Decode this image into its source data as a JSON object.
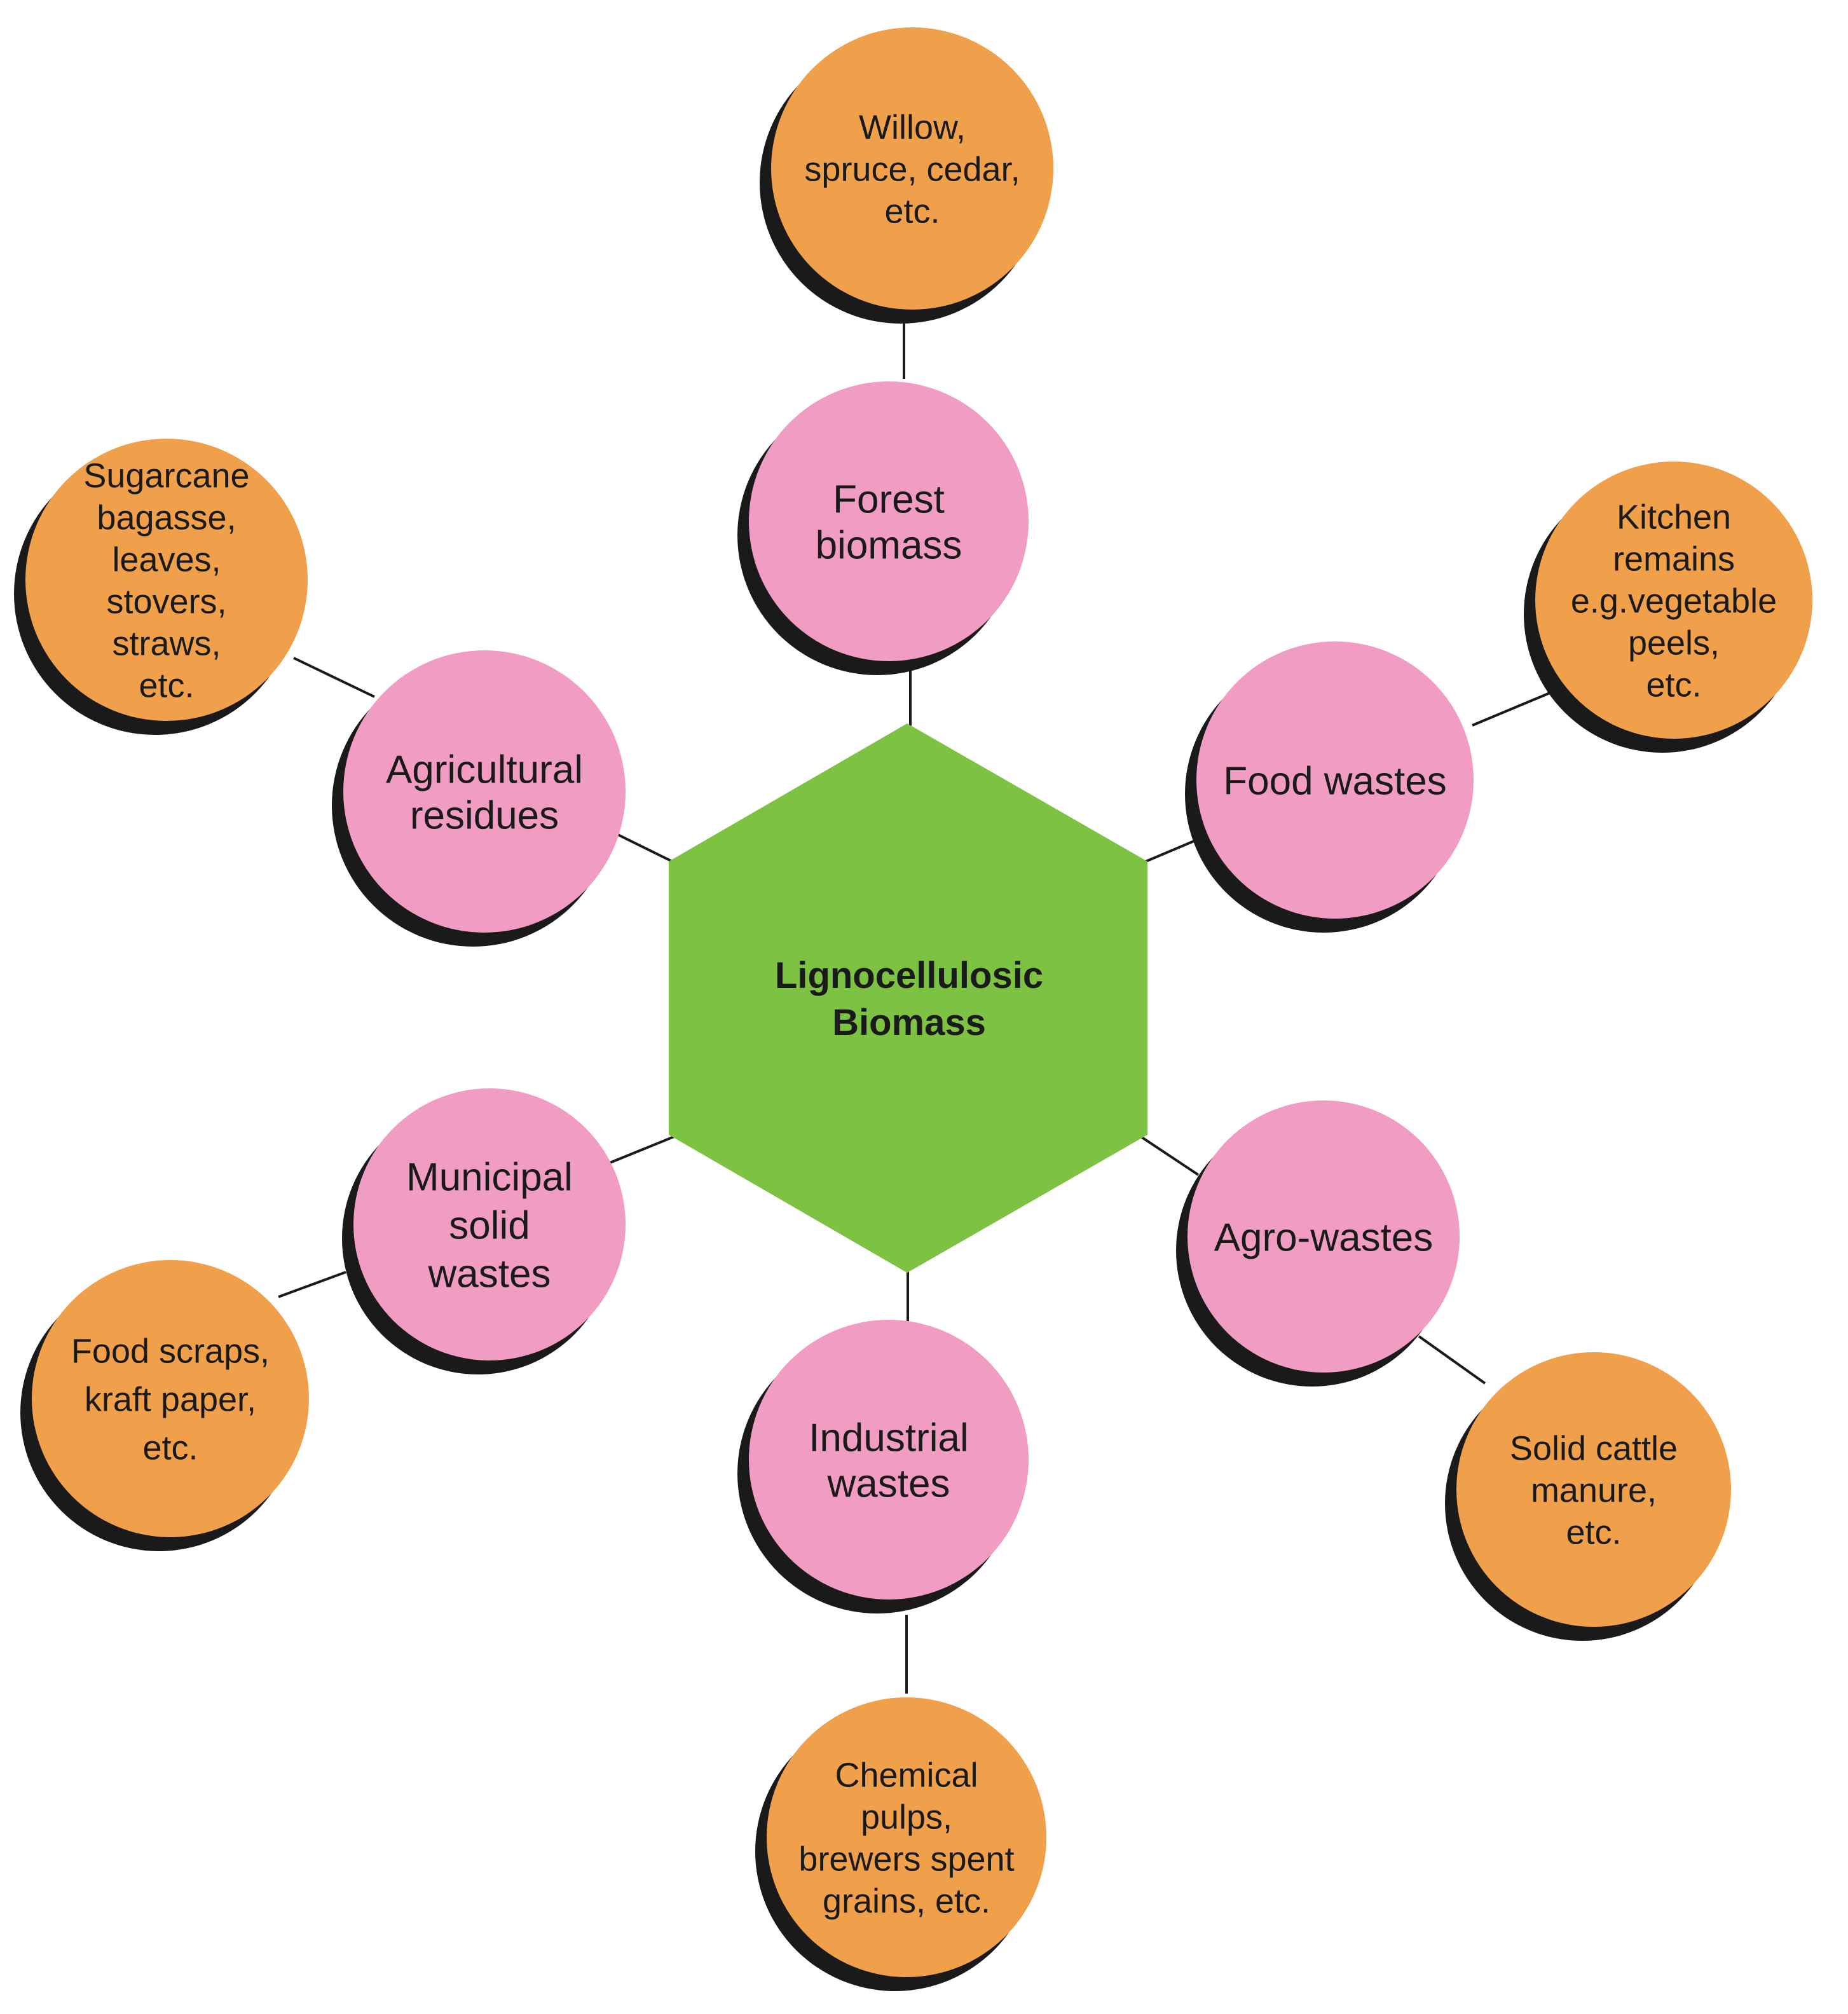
{
  "center": {
    "lines": [
      "Lignocellulosic",
      "Biomass"
    ]
  },
  "categories": [
    {
      "id": "forest",
      "lines": [
        "Forest",
        "biomass"
      ],
      "examples": [
        "Willow,",
        "spruce, cedar,",
        "etc."
      ]
    },
    {
      "id": "food",
      "lines": [
        "Food wastes"
      ],
      "examples": [
        "Kitchen",
        "remains",
        "e.g.vegetable",
        "peels,",
        "etc."
      ]
    },
    {
      "id": "agro",
      "lines": [
        "Agro-wastes"
      ],
      "examples": [
        "Solid cattle",
        "manure,",
        "etc."
      ]
    },
    {
      "id": "industrial",
      "lines": [
        "Industrial",
        "wastes"
      ],
      "examples": [
        "Chemical",
        "pulps,",
        "brewers spent",
        "grains, etc."
      ]
    },
    {
      "id": "municipal",
      "lines": [
        "Municipal",
        "solid",
        "wastes"
      ],
      "examples": [
        "Food scraps,",
        "kraft paper,",
        "etc."
      ]
    },
    {
      "id": "agricultural",
      "lines": [
        "Agricultural",
        "residues"
      ],
      "examples": [
        "Sugarcane",
        "bagasse,",
        "leaves,",
        "stovers,",
        "straws,",
        "etc."
      ]
    }
  ],
  "colors": {
    "hexagon": "#7dc242",
    "category_fill": "#f19cc3",
    "example_fill": "#f0a04b",
    "shadow": "#1a1a1a",
    "line": "#1a1a1a",
    "text": "#1a1a1a"
  }
}
